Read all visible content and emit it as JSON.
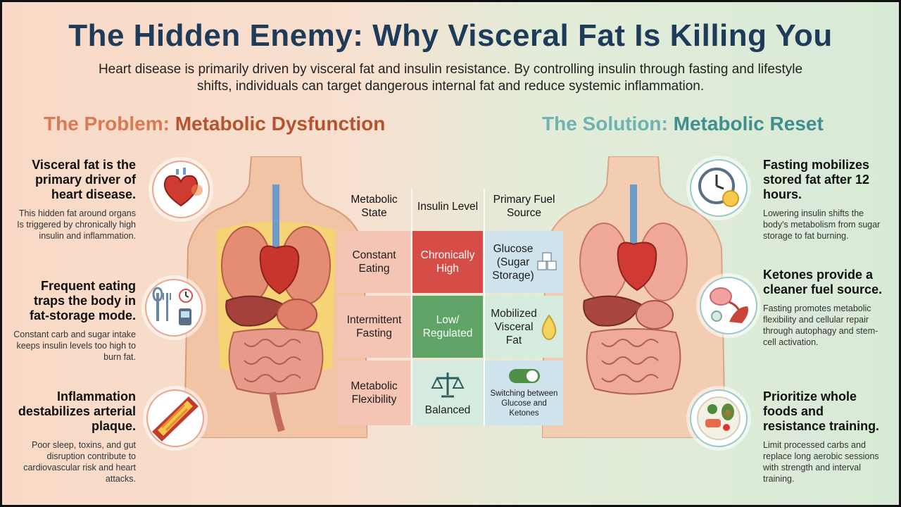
{
  "title": "The Hidden Enemy: Why Visceral Fat Is Killing You",
  "subtitle": "Heart disease is primarily driven by visceral fat and insulin resistance. By controlling insulin through fasting and lifestyle shifts, individuals can target dangerous internal fat and reduce systemic inflammation.",
  "problem": {
    "heading_a": "The Problem: ",
    "heading_b": "Metabolic Dysfunction",
    "points": [
      {
        "head": "Visceral fat is the primary driver of heart disease.",
        "text": "This hidden fat around organs Is triggered by chronically high insulin and inflammation.",
        "icon": "heart-icon"
      },
      {
        "head": "Frequent eating traps the body in fat-storage mode.",
        "text": "Constant carb and sugar intake keeps insulin levels too high to burn fat.",
        "icon": "utensils-clock-icon"
      },
      {
        "head": "Inflammation destabilizes arterial plaque.",
        "text": "Poor sleep, toxins, and gut disruption contribute to cardiovascular risk and heart attacks.",
        "icon": "artery-plaque-icon"
      }
    ]
  },
  "solution": {
    "heading_a": "The Solution: ",
    "heading_b": "Metabolic Reset",
    "points": [
      {
        "head": "Fasting mobilizes stored fat after 12 hours.",
        "text": "Lowering insulin shifts the body's metabolism from sugar storage to fat burning.",
        "icon": "clock-icon"
      },
      {
        "head": "Ketones provide a cleaner fuel source.",
        "text": "Fasting promotes metabolic flexibility and cellular repair through autophagy and stem-cell activation.",
        "icon": "brain-muscle-icon"
      },
      {
        "head": "Prioritize whole foods and resistance training.",
        "text": "Limit processed carbs and replace long aerobic sessions with strength and interval training.",
        "icon": "whole-foods-icon"
      }
    ]
  },
  "table": {
    "headers": [
      "Metabolic State",
      "Insulin Level",
      "Primary Fuel Source"
    ],
    "rows": [
      {
        "state": "Constant Eating",
        "insulin": "Chronically High",
        "fuel": "Glucose (Sugar Storage)",
        "fuel_icon": "sugar-cubes-icon"
      },
      {
        "state": "Intermittent Fasting",
        "insulin": "Low/ Regulated",
        "fuel": "Mobilized Visceral Fat",
        "fuel_icon": "fat-drop-icon"
      },
      {
        "state": "Metabolic Flexibility",
        "insulin": "Balanced",
        "insulin_icon": "balance-scale-icon",
        "fuel": "Switching between Glucose and Ketones",
        "fuel_icon": "toggle-switch-icon"
      }
    ]
  },
  "colors": {
    "title": "#1f3b5a",
    "problem": "#b5532f",
    "solution": "#3f8f8e",
    "high": "#d64d47",
    "low": "#5fa466"
  }
}
